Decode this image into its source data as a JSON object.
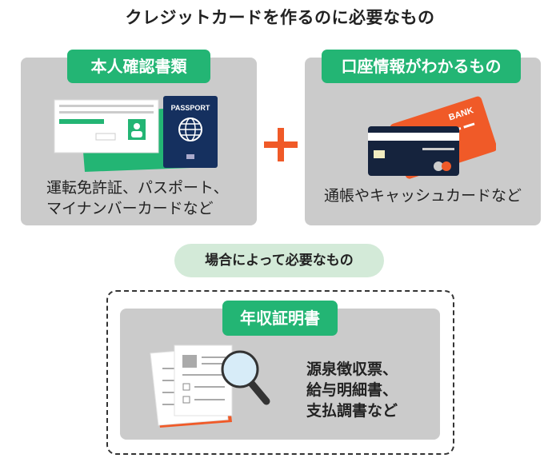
{
  "title": "クレジットカードを作るのに必要なもの",
  "identity": {
    "label": "本人確認書類",
    "passport_text": "PASSPORT",
    "description_lines": [
      "運転免許証、パスポート、",
      "マイナンバーカードなど"
    ]
  },
  "plus_symbol": "+",
  "bank": {
    "label": "口座情報がわかるもの",
    "card_text": "BANK",
    "description": "通帳やキャッシュカードなど"
  },
  "conditional": {
    "pill": "場合によって必要なもの",
    "label": "年収証明書",
    "description_lines": [
      "源泉徴収票、",
      "給与明細書、",
      "支払調書など"
    ]
  },
  "colors": {
    "green": "#23b574",
    "orange": "#f05a28",
    "navy": "#15305f",
    "gray": "#cbcbcb"
  }
}
